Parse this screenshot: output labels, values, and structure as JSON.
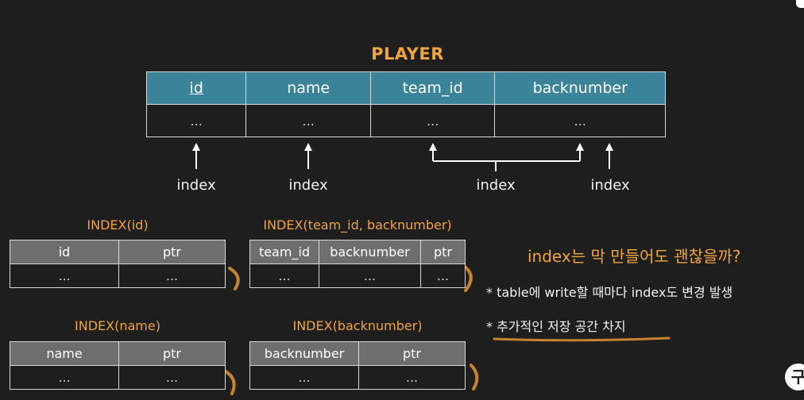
{
  "player_table": {
    "title": "PLAYER",
    "columns": [
      "id",
      "name",
      "team_id",
      "backnumber"
    ],
    "row": [
      "...",
      "...",
      "...",
      "..."
    ]
  },
  "index_labels": [
    "index",
    "index",
    "index",
    "index"
  ],
  "index_tables": [
    {
      "title": "INDEX(id)",
      "columns": [
        "id",
        "ptr"
      ],
      "row": [
        "...",
        "..."
      ]
    },
    {
      "title": "INDEX(team_id, backnumber)",
      "columns": [
        "team_id",
        "backnumber",
        "ptr"
      ],
      "row": [
        "...",
        "...",
        "..."
      ]
    },
    {
      "title": "INDEX(name)",
      "columns": [
        "name",
        "ptr"
      ],
      "row": [
        "...",
        "..."
      ]
    },
    {
      "title": "INDEX(backnumber)",
      "columns": [
        "backnumber",
        "ptr"
      ],
      "row": [
        "...",
        "..."
      ]
    }
  ],
  "notes": {
    "question": "index는 막 만들어도 괜찮을까?",
    "point1": "* table에 write할 때마다 index도 변경 발생",
    "point2": "* 추가적인 저장 공간 차지"
  },
  "corner_button": "구",
  "colors": {
    "accent": "#f0a43e",
    "header_blue": "#3a8399",
    "header_gray": "#6e6e6e",
    "background": "#1f1e1f"
  }
}
